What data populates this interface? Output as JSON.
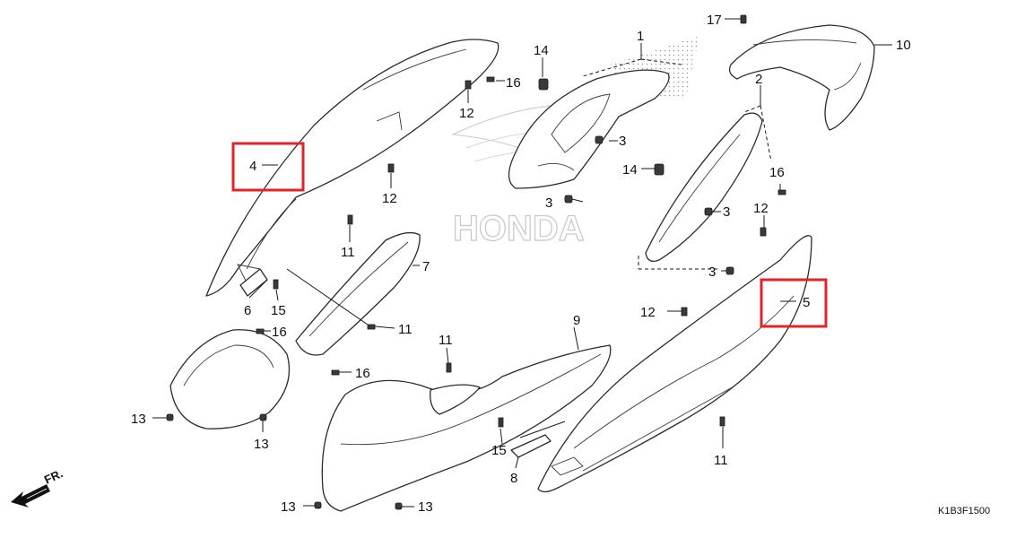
{
  "diagram": {
    "watermark_text": "HONDA",
    "figure_code": "K1B3F1500",
    "direction_label": "FR.",
    "highlight_color": "#e0242a",
    "callouts": {
      "n1": "1",
      "n2": "2",
      "n3a": "3",
      "n3b": "3",
      "n3c": "3",
      "n3d": "3",
      "n4": "4",
      "n5": "5",
      "n6": "6",
      "n7": "7",
      "n8": "8",
      "n9": "9",
      "n10": "10",
      "n11a": "11",
      "n11b": "11",
      "n11c": "11",
      "n11d": "11",
      "n12a": "12",
      "n12b": "12",
      "n12c": "12",
      "n12d": "12",
      "n13a": "13",
      "n13b": "13",
      "n13c": "13",
      "n13d": "13",
      "n14a": "14",
      "n14b": "14",
      "n15a": "15",
      "n15b": "15",
      "n16a": "16",
      "n16b": "16",
      "n16c": "16",
      "n16d": "16",
      "n17": "17"
    }
  }
}
